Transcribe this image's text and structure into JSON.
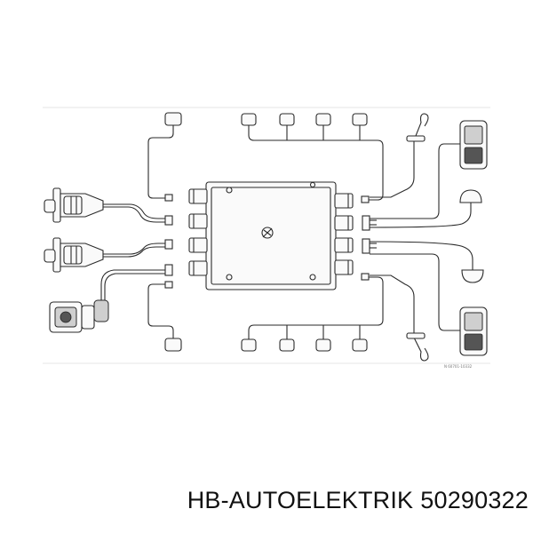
{
  "caption": {
    "brand": "HB-AUTOELEKTRIK",
    "part_number": "50290322"
  },
  "diagram_code": "N 60701-10332",
  "colors": {
    "line": "#2a2a2a",
    "background": "#ffffff",
    "text": "#111111"
  },
  "components": {
    "central_unit": "junction-box",
    "left_connectors": [
      "round-socket-upper",
      "round-socket-lower",
      "angled-plug"
    ],
    "top_connectors": 5,
    "bottom_connectors": 5,
    "right_lamps": [
      "rear-lamp-upper",
      "marker-lamp-upper",
      "marker-lamp-lower",
      "rear-lamp-lower"
    ]
  }
}
